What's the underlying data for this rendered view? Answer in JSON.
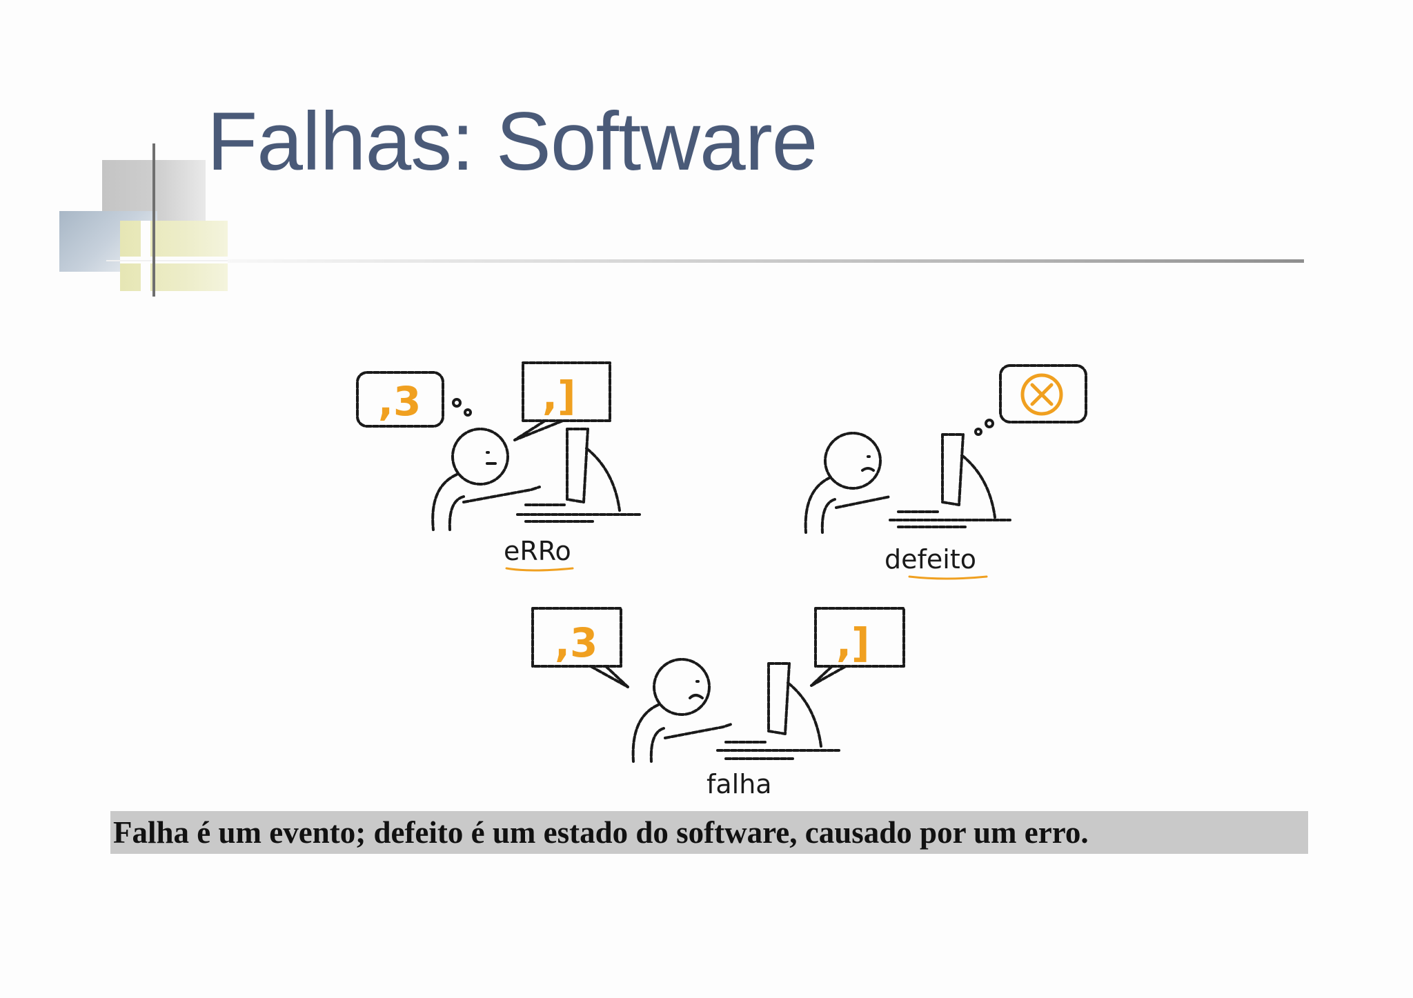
{
  "slide": {
    "title": "Falhas: Software",
    "caption": "Falha é um evento; defeito é um estado do software, causado por um erro."
  },
  "illustration": {
    "labels": {
      "erro": "eRRo",
      "defeito": "defeito",
      "falha": "falha"
    },
    "bubble_glyphs": {
      "thought_erro": ",3",
      "speech_erro": ",]",
      "thought_defeito": "⊗",
      "speech_falha_left": ",3",
      "speech_falha_right": ",]"
    }
  },
  "colors": {
    "title": "#4a5a78",
    "accent_orange": "#f0a020",
    "caption_bg": "#c9c9c9",
    "ink": "#1a1a1a"
  }
}
